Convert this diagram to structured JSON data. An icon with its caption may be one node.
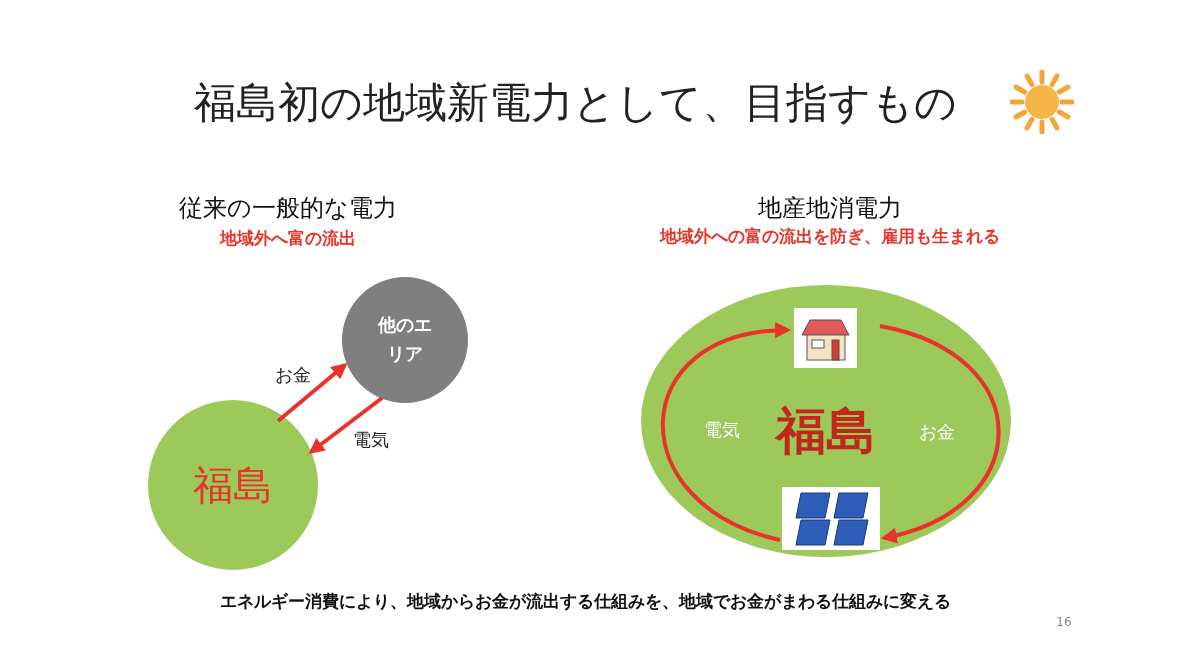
{
  "diagram": {
    "title": "福島初の地域新電力として、目指すもの",
    "nodes": [
      {
        "text": [
          "福島"
        ]
      },
      {
        "text": [
          "他のエリア"
        ]
      },
      {
        "text": [
          "福島"
        ]
      },
      {
        "text": [],
        "shape": "picture",
        "in": 2
      },
      {
        "text": [],
        "shape": "picture",
        "in": 2
      }
    ],
    "edges": [
      {
        "from": 0,
        "to": 1,
        "arrow": "to",
        "label": "お金"
      },
      {
        "from": 1,
        "to": 0,
        "arrow": "to",
        "label": "電気"
      },
      {
        "from": 4,
        "to": 3,
        "arrow": "to",
        "label": "電気"
      },
      {
        "from": 3,
        "to": 4,
        "arrow": "to",
        "label": "お金"
      }
    ],
    "labels": [
      "従来の一般的な電力",
      "地域外へ富の流出",
      "地産地消電力",
      "地域外への富の流出を防ぎ、雇用も生まれる",
      "16"
    ],
    "caption": "エネルギー消費により、地域からお金が流出する仕組みを、地域でお金がまわる仕組みに変える"
  }
}
